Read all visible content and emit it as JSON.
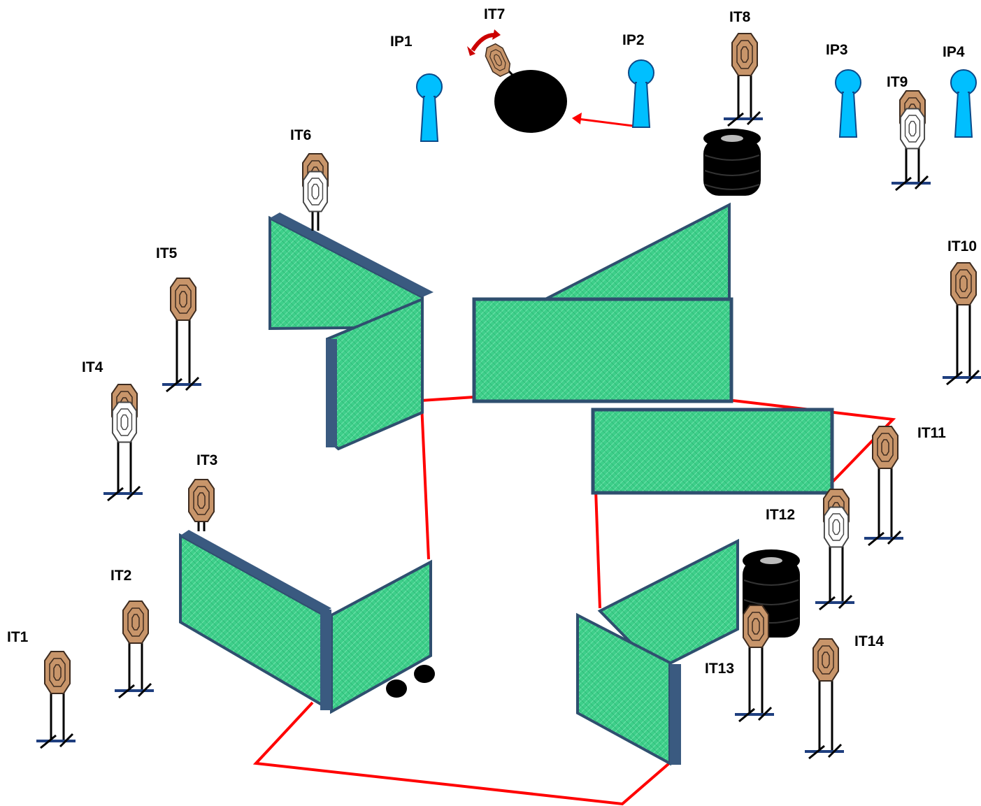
{
  "targets": [
    {
      "id": "IT1",
      "label": "IT1",
      "kind": "target"
    },
    {
      "id": "IT2",
      "label": "IT2",
      "kind": "target"
    },
    {
      "id": "IT3",
      "label": "IT3",
      "kind": "target"
    },
    {
      "id": "IT4",
      "label": "IT4",
      "kind": "target-no-shoot"
    },
    {
      "id": "IT5",
      "label": "IT5",
      "kind": "target"
    },
    {
      "id": "IT6",
      "label": "IT6",
      "kind": "target-no-shoot"
    },
    {
      "id": "IT7",
      "label": "IT7",
      "kind": "swinger-target"
    },
    {
      "id": "IT8",
      "label": "IT8",
      "kind": "target"
    },
    {
      "id": "IT9",
      "label": "IT9",
      "kind": "target-no-shoot"
    },
    {
      "id": "IT10",
      "label": "IT10",
      "kind": "target"
    },
    {
      "id": "IT11",
      "label": "IT11",
      "kind": "target"
    },
    {
      "id": "IT12",
      "label": "IT12",
      "kind": "target-no-shoot"
    },
    {
      "id": "IT13",
      "label": "IT13",
      "kind": "target"
    },
    {
      "id": "IT14",
      "label": "IT14",
      "kind": "target"
    }
  ],
  "poppers": [
    {
      "id": "IP1",
      "label": "IP1"
    },
    {
      "id": "IP2",
      "label": "IP2"
    },
    {
      "id": "IP3",
      "label": "IP3"
    },
    {
      "id": "IP4",
      "label": "IP4"
    }
  ],
  "colors": {
    "target_fill": "#c8956a",
    "target_stroke": "#3d2b1f",
    "popper_fill": "#00bfff",
    "wall_face": "#3ecf8a",
    "wall_edge": "#2f4f6f",
    "fault_line": "#ff0000",
    "barrel": "#000000",
    "stand_base": "#1f3f7f"
  }
}
